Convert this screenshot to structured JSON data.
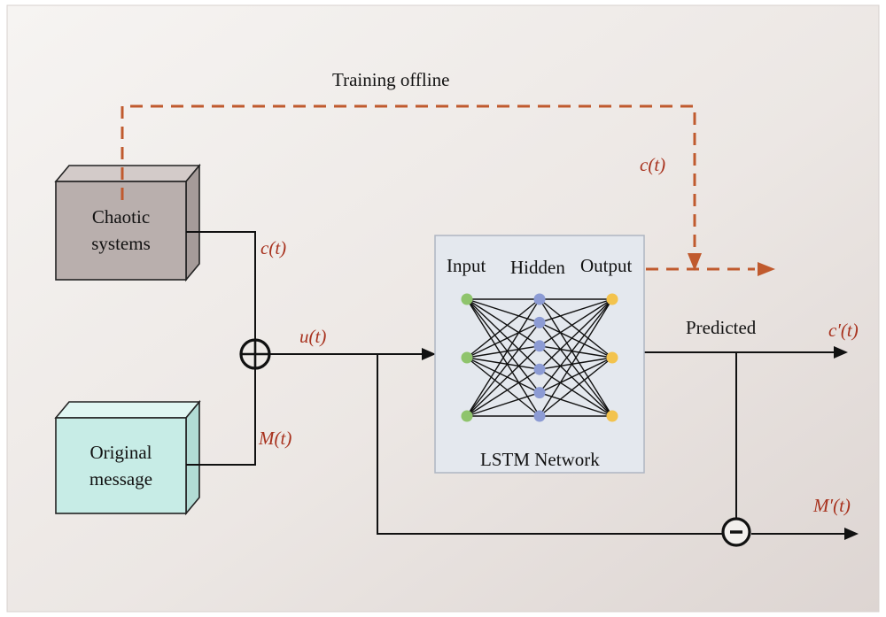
{
  "labels": {
    "training_offline": "Training offline",
    "c_t_top": "c(t)",
    "c_t_left": "c(t)",
    "u_t": "u(t)",
    "m_t": "M(t)",
    "c_prime_t": "c′(t)",
    "m_prime_t": "M′(t)",
    "predicted": "Predicted"
  },
  "chaotic_box": {
    "line1": "Chaotic",
    "line2": "systems"
  },
  "message_box": {
    "line1": "Original",
    "line2": "message"
  },
  "network": {
    "title": "LSTM Network",
    "layers": [
      {
        "label": "Input",
        "nodes": 3,
        "color": "#8fc46c"
      },
      {
        "label": "Hidden",
        "nodes": 6,
        "color": "#8c9bd4"
      },
      {
        "label": "Output",
        "nodes": 3,
        "color": "#f3c34d"
      }
    ]
  },
  "colors": {
    "training_line": "#c05a2e",
    "red_text": "#a8321e",
    "chaotic_box": "#b9afad",
    "message_box": "#c7ece6",
    "network_bg": "#e4e8ee"
  },
  "symbols": {
    "adder": "circle-plus",
    "subtractor": "circle-minus"
  }
}
